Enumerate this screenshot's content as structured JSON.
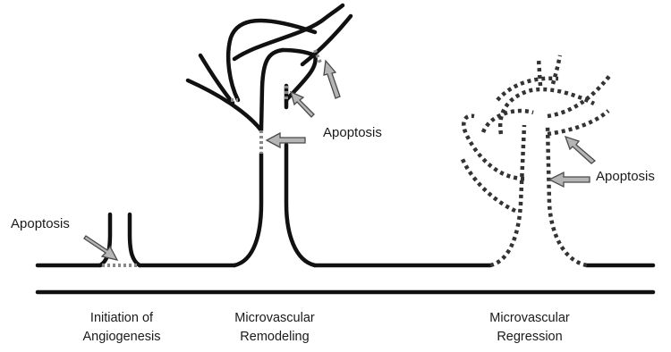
{
  "annotations": {
    "apoptosis_left": "Apoptosis",
    "apoptosis_middle": "Apoptosis",
    "apoptosis_right": "Apoptosis"
  },
  "captions": {
    "initiation": {
      "line1": "Initiation of",
      "line2": "Angiogenesis"
    },
    "remodeling": {
      "line1": "Microvascular",
      "line2": "Remodeling"
    },
    "regression": {
      "line1": "Microvascular",
      "line2": "Regression"
    }
  }
}
